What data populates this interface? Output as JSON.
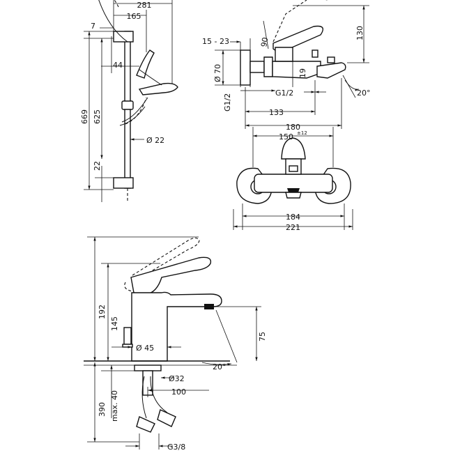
{
  "shower_set": {
    "dims": {
      "d281": "281",
      "d165": "165",
      "d7": "7",
      "d44": "44",
      "d669": "669",
      "d625": "625",
      "d22v": "22",
      "d22dia": "Ø 22"
    }
  },
  "bath_mixer_side": {
    "dims": {
      "d15_23": "15 - 23",
      "d90": "90",
      "d130": "130",
      "d70": "Ø 70",
      "d19": "19",
      "dG12a": "G1/2",
      "dG12b": "G1/2",
      "d20": "20°",
      "d133": "133",
      "d180": "180"
    }
  },
  "bath_mixer_front": {
    "dims": {
      "d150": "150",
      "tol": "±12",
      "d184": "184",
      "d221": "221"
    }
  },
  "basin_mixer": {
    "dims": {
      "d192": "192",
      "d145": "145",
      "d45": "Ø 45",
      "d75": "75",
      "d20": "20°",
      "d390": "390",
      "dmax40": "max. 40",
      "d32": "Ø32",
      "d100": "100",
      "dG38": "G3/8"
    }
  }
}
